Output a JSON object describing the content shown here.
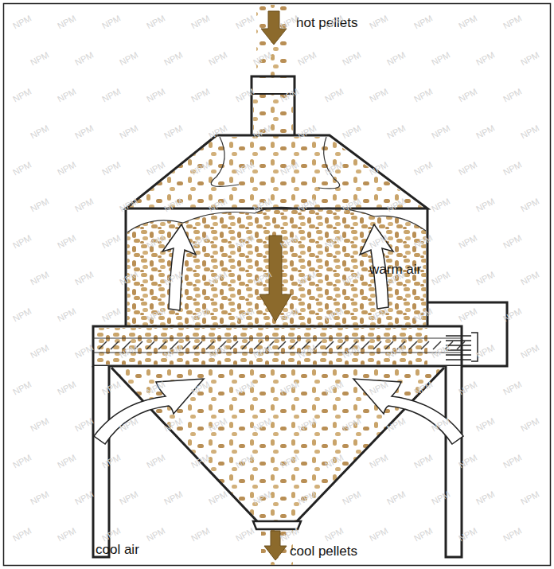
{
  "diagram": {
    "labels": [
      "hot pellets",
      "warm air",
      "cool air",
      "cool pellets",
      "NPM",
      "NPM",
      "NPM",
      "NPM",
      "NPM",
      "NPM",
      "NPM",
      "NPM",
      "NPM",
      "NPM",
      "NPM",
      "NPM",
      "NPM",
      "NPM",
      "NPM",
      "NPM",
      "NPM",
      "NPM",
      "NPM",
      "NPM",
      "NPM",
      "NPM",
      "NPM",
      "NPM",
      "NPM",
      "NPM",
      "NPM",
      "NPM",
      "NPM",
      "NPM",
      "NPM",
      "NPM",
      "NPM",
      "NPM",
      "NPM",
      "NPM",
      "NPM",
      "NPM",
      "NPM",
      "NPM",
      "NPM",
      "NPM",
      "NPM",
      "NPM",
      "NPM",
      "NPM",
      "NPM",
      "NPM",
      "NPM",
      "NPM",
      "NPM",
      "NPM",
      "NPM",
      "NPM",
      "NPM",
      "NPM",
      "NPM",
      "NPM",
      "NPM",
      "NPM",
      "NPM",
      "NPM",
      "NPM",
      "NPM",
      "NPM",
      "NPM",
      "NPM",
      "NPM",
      "NPM",
      "NPM",
      "NPM",
      "NPM",
      "NPM",
      "NPM",
      "NPM",
      "NPM",
      "NPM",
      "NPM",
      "NPM",
      "NPM",
      "NPM",
      "NPM",
      "NPM",
      "NPM",
      "NPM",
      "NPM",
      "NPM",
      "NPM",
      "NPM",
      "NPM",
      "NPM",
      "NPM",
      "NPM",
      "NPM",
      "NPM",
      "NPM",
      "NPM",
      "NPM",
      "NPM",
      "NPM",
      "NPM",
      "NPM",
      "NPM",
      "NPM",
      "NPM",
      "NPM",
      "NPM",
      "NPM",
      "NPM",
      "NPM",
      "NPM",
      "NPM",
      "NPM",
      "NPM",
      "NPM",
      "NPM",
      "NPM",
      "NPM",
      "NPM",
      "NPM",
      "NPM",
      "NPM",
      "NPM",
      "NPM",
      "NPM",
      "NPM",
      "NPM",
      "NPM",
      "NPM",
      "NPM",
      "NPM",
      "NPM",
      "NPM",
      "NPM",
      "NPM",
      "NPM",
      "NPM",
      "NPM",
      "NPM",
      "NPM",
      "NPM",
      "NPM",
      "NPM",
      "NPM",
      "NPM",
      "NPM",
      "NPM",
      "NPM",
      "NPM",
      "NPM",
      "NPM",
      "NPM",
      "NPM",
      "NPM",
      "NPM",
      "NPM",
      "NPM",
      "NPM",
      "NPM",
      "NPM",
      "NPM",
      "NPM",
      "NPM",
      "NPM",
      "NPM",
      "NPM",
      "NPM",
      "NPM",
      "NPM",
      "NPM",
      "NPM",
      "NPM",
      "NPM",
      "NPM",
      "NPM",
      "NPM",
      "NPM",
      "NPM",
      "NPM",
      "NPM"
    ]
  }
}
